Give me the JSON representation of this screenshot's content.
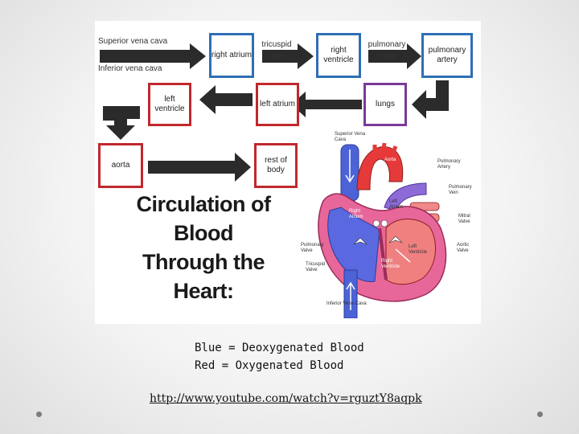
{
  "diagram": {
    "flow": {
      "superior_vena_cava": "Superior vena cava",
      "inferior_vena_cava": "Inferior vena cava",
      "right_atrium": "right atrium",
      "tricuspid_valve": "tricuspid valve",
      "right_ventricle": "right ventricle",
      "pulmonary_valve": "pulmonary valve",
      "pulmonary_artery": "pulmonary artery",
      "lungs": "lungs",
      "left_atrium": "left atrium",
      "left_ventricle": "left ventricle",
      "aorta": "aorta",
      "rest_of_body": "rest of body"
    },
    "title_lines": [
      "Circulation of",
      "Blood",
      "Through the",
      "Heart:"
    ],
    "heart_labels": {
      "superior_vena_cava": "Superior Vena Cava",
      "aorta": "Aorta",
      "pulmonary_artery": "Pulmonary Artery",
      "pulmonary_vein": "Pulmonary Vein",
      "left_atrium": "Left Atrium",
      "right_atrium": "Right Atrium",
      "mitral_valve": "Mitral Valve",
      "pulmonary_valve": "Pulmonary Valve",
      "left_ventricle": "Left Ventricle",
      "aortic_valve": "Aortic Valve",
      "tricuspid_valve": "Tricuspid Valve",
      "right_ventricle": "Right Ventricle",
      "inferior_vena_cava": "Inferior Vena Cava"
    },
    "colors": {
      "box_blue": "#2f6fb5",
      "box_red": "#c0282e",
      "box_purple": "#7a3a98",
      "arrow": "#2b2b2b",
      "oxygenated": "#e63a3a",
      "deoxygenated": "#4b63d6"
    }
  },
  "caption": {
    "line1": "Blue = Deoxygenated Blood",
    "line2": "Red = Oxygenated Blood"
  },
  "link": "http://www.youtube.com/watch?v=rguztY8aqpk"
}
